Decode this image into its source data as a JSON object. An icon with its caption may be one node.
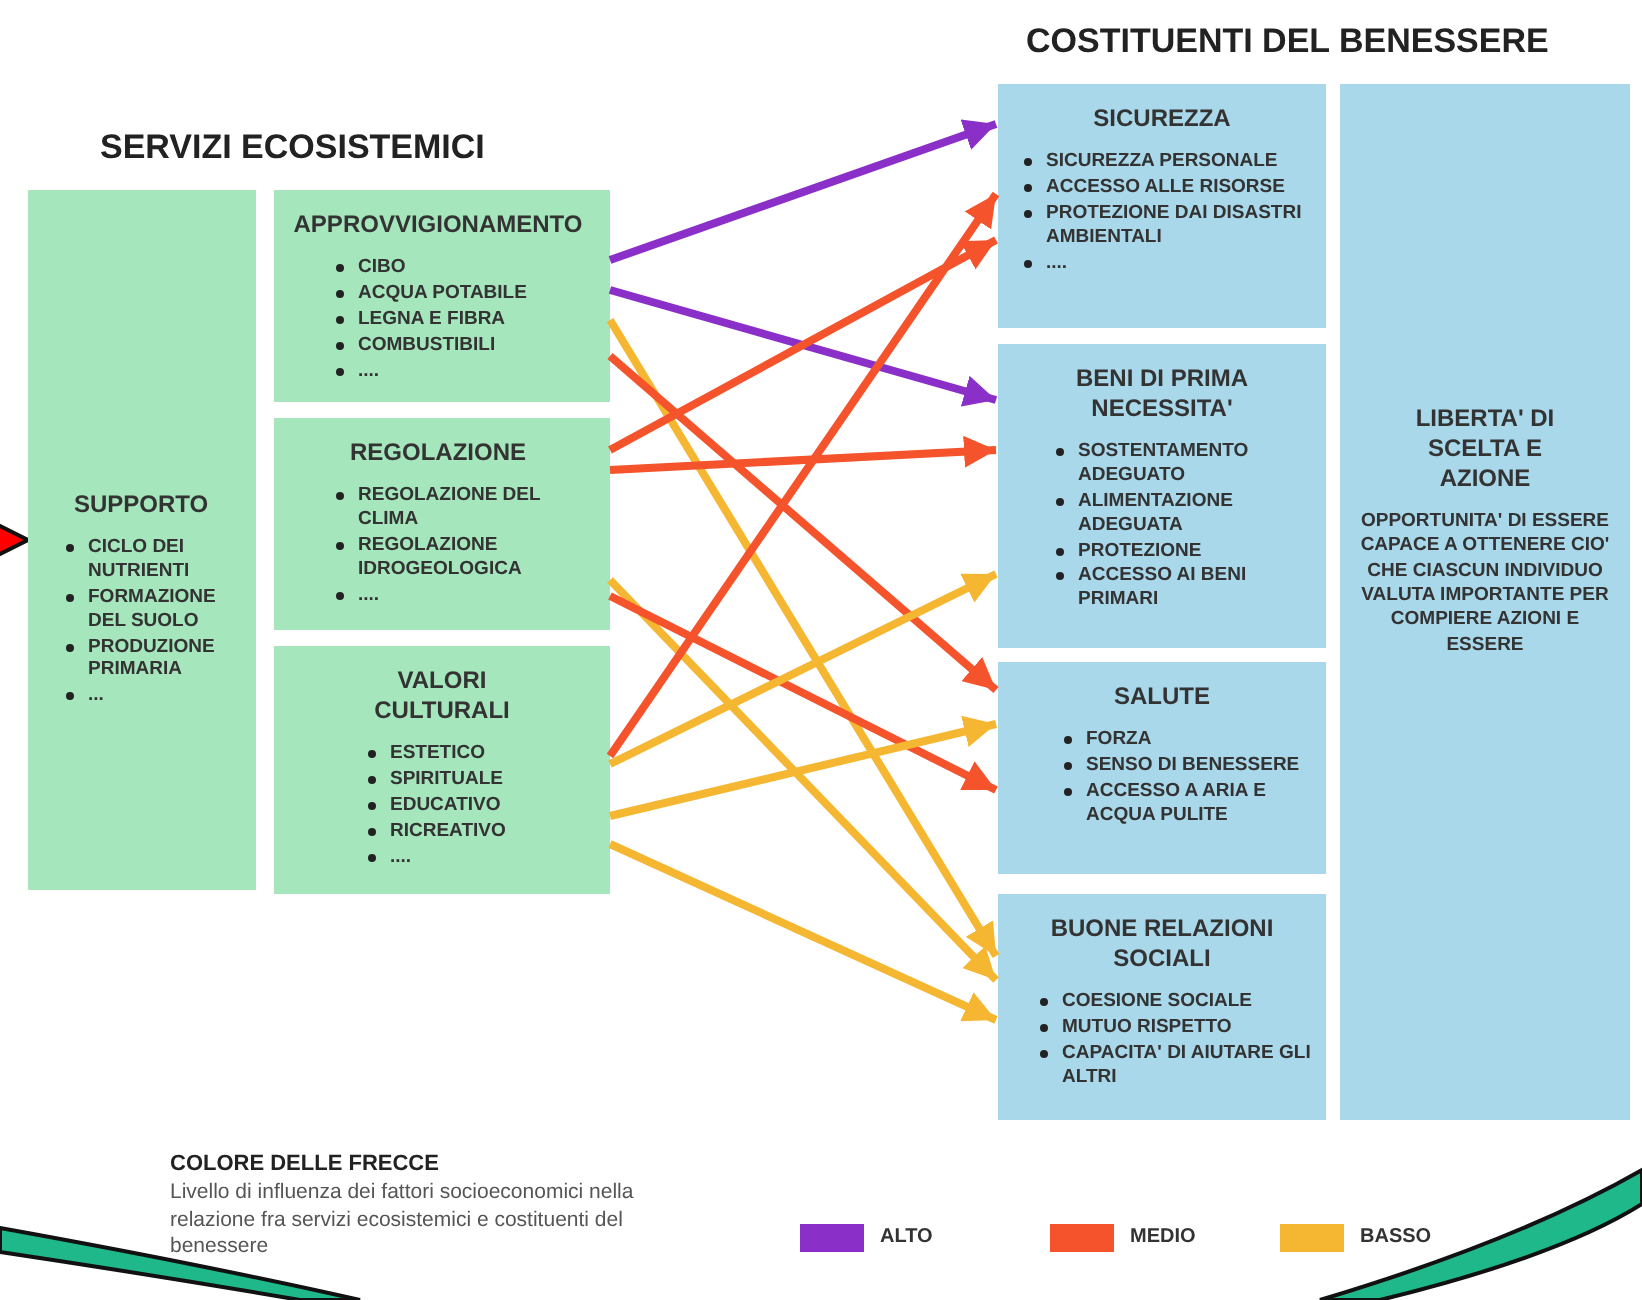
{
  "diagram": {
    "nodes": [
      {
        "text": [
          "SUPPORTO",
          "CICLO DEI NUTRIENTI",
          "FORMAZIONE DEL SUOLO",
          "PRODUZIONE PRIMARIA",
          "..."
        ]
      },
      {
        "text": [
          "APPROVVIGIONAMENTO",
          "CIBO",
          "ACQUA POTABILE",
          "LEGNA E FIBRA",
          "COMBUSTIBILI",
          "...."
        ]
      },
      {
        "text": [
          "REGOLAZIONE",
          "REGOLAZIONE DEL CLIMA",
          "REGOLAZIONE IDROGEOLOGICA",
          "...."
        ]
      },
      {
        "text": [
          "VALORI CULTURALI",
          "ESTETICO",
          "SPIRITUALE",
          "EDUCATIVO",
          "RICREATIVO",
          "...."
        ]
      },
      {
        "text": [
          "SICUREZZA",
          "SICUREZZA PERSONALE",
          "ACCESSO ALLE RISORSE",
          "PROTEZIONE DAI DISASTRI AMBIENTALI",
          "...."
        ]
      },
      {
        "text": [
          "BENI DI PRIMA NECESSITA'",
          "SOSTENTAMENTO ADEGUATO",
          "ALIMENTAZIONE ADEGUATA",
          "PROTEZIONE",
          "ACCESSO AI BENI PRIMARI"
        ]
      },
      {
        "text": [
          "SALUTE",
          "FORZA",
          "SENSO DI BENESSERE",
          "ACCESSO A ARIA E ACQUA PULITE"
        ]
      },
      {
        "text": [
          "BUONE RELAZIONI SOCIALI",
          "COESIONE SOCIALE",
          "MUTUO RISPETTO",
          "CAPACITA' DI AIUTARE GLI ALTRI"
        ]
      },
      {
        "text": [
          "LIBERTA' DI SCELTA E AZIONE",
          "OPPORTUNITA' DI ESSERE CAPACE A OTTENERE CIO' CHE CIASCUN INDIVIDUO VALUTA IMPORTANTE PER COMPIERE AZIONI E ESSERE"
        ]
      }
    ],
    "edges": [
      {
        "from": 1,
        "to": 4,
        "arrow": "to",
        "color": "#8b2fc9"
      },
      {
        "from": 1,
        "to": 5,
        "arrow": "to",
        "color": "#8b2fc9"
      },
      {
        "from": 1,
        "to": 7,
        "arrow": "to",
        "color": "#f5b731"
      },
      {
        "from": 1,
        "to": 6,
        "arrow": "to",
        "color": "#f4532b"
      },
      {
        "from": 2,
        "to": 4,
        "arrow": "to",
        "color": "#f4532b"
      },
      {
        "from": 2,
        "to": 5,
        "arrow": "to",
        "color": "#f4532b"
      },
      {
        "from": 2,
        "to": 7,
        "arrow": "to",
        "color": "#f5b731"
      },
      {
        "from": 2,
        "to": 6,
        "arrow": "to",
        "color": "#f4532b"
      },
      {
        "from": 3,
        "to": 4,
        "arrow": "to",
        "color": "#f4532b"
      },
      {
        "from": 3,
        "to": 5,
        "arrow": "to",
        "color": "#f5b731"
      },
      {
        "from": 3,
        "to": 6,
        "arrow": "to",
        "color": "#f5b731"
      },
      {
        "from": 3,
        "to": 7,
        "arrow": "to",
        "color": "#f5b731"
      },
      {
        "from": null,
        "to": 0,
        "arrow": "to",
        "color": "#ff0000"
      }
    ],
    "labels": [
      "COSTITUENTI DEL BENESSERE",
      "SERVIZI ECOSISTEMICI",
      "COLORE DELLE FRECCE",
      "Livello di influenza dei fattori socioeconomici nella relazione fra servizi ecosistemici e costituenti del benessere"
    ],
    "legend": [
      {
        "text": "ALTO",
        "color": "#8b2fc9"
      },
      {
        "text": "MEDIO",
        "color": "#f4532b"
      },
      {
        "text": "BASSO",
        "color": "#f5b731"
      }
    ]
  }
}
